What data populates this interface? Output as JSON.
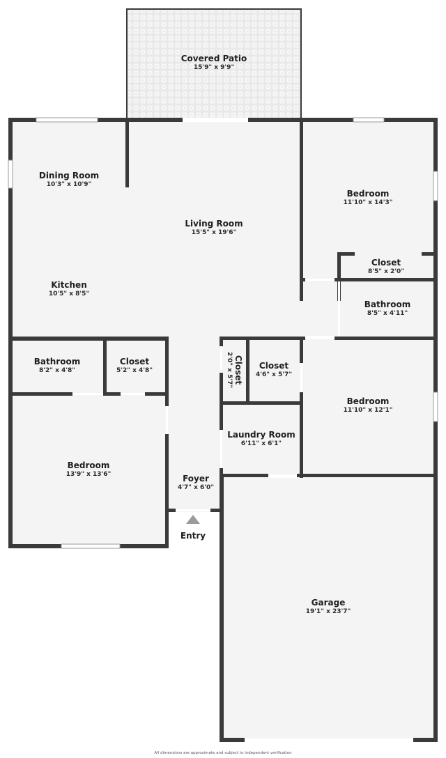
{
  "floorplan": {
    "colors": {
      "wall": "#3a3a3a",
      "floor": "#f4f4f4",
      "patio": "#ececec",
      "entry_arrow": "#9b9b9b",
      "text": "#1f1f1f"
    },
    "rooms": {
      "covered_patio": {
        "name": "Covered Patio",
        "dims": "15'9\" x 9'9\""
      },
      "dining_room": {
        "name": "Dining Room",
        "dims": "10'3\" x 10'9\""
      },
      "living_room": {
        "name": "Living Room",
        "dims": "15'5\" x 19'6\""
      },
      "kitchen": {
        "name": "Kitchen",
        "dims": "10'5\" x 8'5\""
      },
      "bedroom_ne": {
        "name": "Bedroom",
        "dims": "11'10\" x 14'3\""
      },
      "closet_ne": {
        "name": "Closet",
        "dims": "8'5\" x 2'0\""
      },
      "bathroom_e": {
        "name": "Bathroom",
        "dims": "8'5\" x 4'11\""
      },
      "bathroom_w": {
        "name": "Bathroom",
        "dims": "8'2\" x 4'8\""
      },
      "closet_w": {
        "name": "Closet",
        "dims": "5'2\" x 4'8\""
      },
      "closet_hall": {
        "name": "Closet",
        "dims": "2'0\" x 5'7\""
      },
      "closet_center": {
        "name": "Closet",
        "dims": "4'6\" x 5'7\""
      },
      "bedroom_e": {
        "name": "Bedroom",
        "dims": "11'10\" x 12'1\""
      },
      "laundry_room": {
        "name": "Laundry Room",
        "dims": "6'11\" x 6'1\""
      },
      "bedroom_sw": {
        "name": "Bedroom",
        "dims": "13'9\" x 13'6\""
      },
      "foyer": {
        "name": "Foyer",
        "dims": "4'7\" x 6'0\""
      },
      "garage": {
        "name": "Garage",
        "dims": "19'1\" x 23'7\""
      }
    },
    "entry": {
      "label": "Entry",
      "icon": "triangle-up-arrow"
    },
    "disclaimer": "All dimensions are approximate and subject to independent verification"
  }
}
